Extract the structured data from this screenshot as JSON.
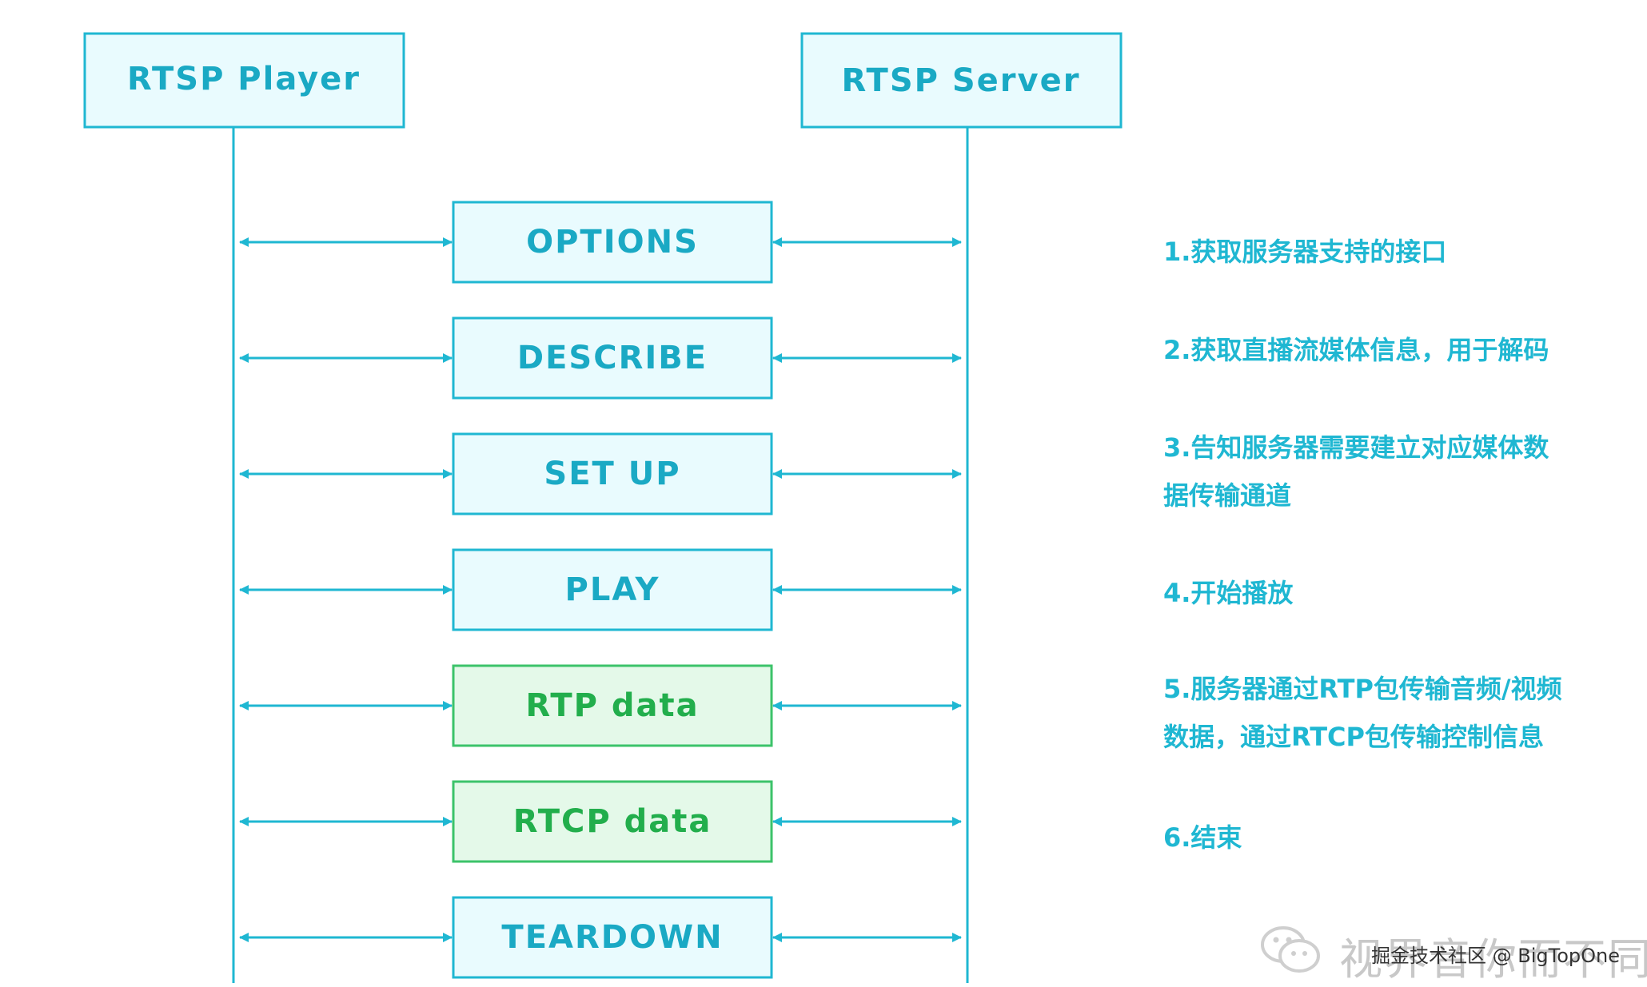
{
  "diagram": {
    "actors": {
      "player": "RTSP Player",
      "server": "RTSP Server"
    },
    "messages": [
      {
        "label": "OPTIONS",
        "kind": "control"
      },
      {
        "label": "DESCRIBE",
        "kind": "control"
      },
      {
        "label": "SET UP",
        "kind": "control"
      },
      {
        "label": "PLAY",
        "kind": "control"
      },
      {
        "label": "RTP data",
        "kind": "data"
      },
      {
        "label": "RTCP data",
        "kind": "data"
      },
      {
        "label": "TEARDOWN",
        "kind": "control"
      }
    ],
    "notes": [
      {
        "line1": "1.获取服务器支持的接口",
        "line2": ""
      },
      {
        "line1": "2.获取直播流媒体信息，用于解码",
        "line2": ""
      },
      {
        "line1": "3.告知服务器需要建立对应媒体数",
        "line2": "据传输通道"
      },
      {
        "line1": "4.开始播放",
        "line2": ""
      },
      {
        "line1": "5.服务器通过RTP包传输音频/视频",
        "line2": "数据，通过RTCP包传输控制信息"
      },
      {
        "line1": "6.结束",
        "line2": ""
      }
    ]
  },
  "watermark": {
    "main": "视界音你而不同",
    "sub": "掘金技术社区 @ BigTopOne",
    "icon": "wechat-icon"
  },
  "colors": {
    "line": "#1fb7d2",
    "control_fill": "#e9fbfe",
    "control_text": "#1aa9c4",
    "data_fill": "#e4f9e9",
    "data_border": "#3cc36a",
    "data_text": "#22ae4c",
    "note_text": "#1fb7d2"
  }
}
